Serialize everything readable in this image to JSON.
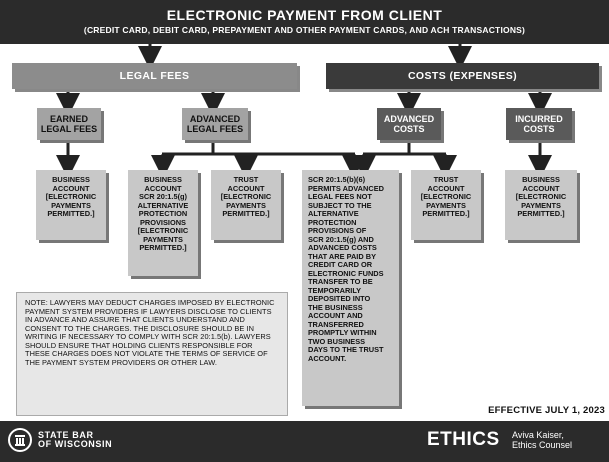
{
  "header": {
    "title": "ELECTRONIC PAYMENT FROM CLIENT",
    "subtitle": "(CREDIT CARD, DEBIT CARD, PREPAYMENT AND OTHER PAYMENT CARDS, AND ACH TRANSACTIONS)"
  },
  "categories": {
    "legal_fees": "LEGAL FEES",
    "costs": "COSTS (EXPENSES)"
  },
  "mid": {
    "earned": "EARNED\nLEGAL FEES",
    "advanced_fees": "ADVANCED\nLEGAL FEES",
    "advanced_costs": "ADVANCED\nCOSTS",
    "incurred_costs": "INCURRED\nCOSTS"
  },
  "leaves": {
    "business_1": "BUSINESS\nACCOUNT\n[ELECTRONIC\nPAYMENTS\nPERMITTED.]",
    "business_scr": "BUSINESS\nACCOUNT\nSCR 20:1.5(g)\nALTERNATIVE\nPROTECTION\nPROVISIONS\n[ELECTRONIC\nPAYMENTS\nPERMITTED.]",
    "trust_1": "TRUST\nACCOUNT\n[ELECTRONIC\nPAYMENTS\nPERMITTED.]",
    "scr_long": "SCR 20:1.5(b)(6)\nPERMITS ADVANCED\nLEGAL FEES NOT\nSUBJECT TO THE\nALTERNATIVE\nPROTECTION\nPROVISIONS OF\nSCR 20:1.5(g) AND\nADVANCED COSTS\nTHAT ARE PAID BY\nCREDIT CARD OR\nELECTRONIC FUNDS\nTRANSFER TO BE\nTEMPORARILY\nDEPOSITED INTO\nTHE BUSINESS\nACCOUNT AND\nTRANSFERRED\nPROMPTLY WITHIN\nTWO BUSINESS\nDAYS TO THE TRUST\nACCOUNT.",
    "trust_2": "TRUST\nACCOUNT\n[ELECTRONIC\nPAYMENTS\nPERMITTED.]",
    "business_2": "BUSINESS\nACCOUNT\n[ELECTRONIC\nPAYMENTS\nPERMITTED.]"
  },
  "note": "NOTE: LAWYERS MAY DEDUCT CHARGES IMPOSED BY ELECTRONIC PAYMENT SYSTEM PROVIDERS IF LAWYERS DISCLOSE TO CLIENTS IN ADVANCE AND ASSURE THAT CLIENTS UNDERSTAND AND CONSENT TO THE CHARGES. THE DISCLOSURE SHOULD BE IN WRITING IF NECESSARY TO COMPLY WITH SCR 20:1.5(b). LAWYERS SHOULD ENSURE THAT HOLDING CLIENTS RESPONSIBLE FOR THESE CHARGES DOES NOT VIOLATE THE TERMS OF SERVICE OF THE PAYMENT SYSTEM PROVIDERS OR OTHER LAW.",
  "effective": "EFFECTIVE JULY 1, 2023",
  "footer": {
    "org_line1": "STATE BAR",
    "org_line2": "OF WISCONSIN",
    "ethics": "ETHICS",
    "counsel_line1": "Aviva Kaiser,",
    "counsel_line2": "Ethics Counsel"
  },
  "colors": {
    "header_bg": "#2b2b2b",
    "legal_bar": "#8c8c8c",
    "costs_bar": "#3a3a3a",
    "leaf_bg": "#c8c8c8"
  }
}
